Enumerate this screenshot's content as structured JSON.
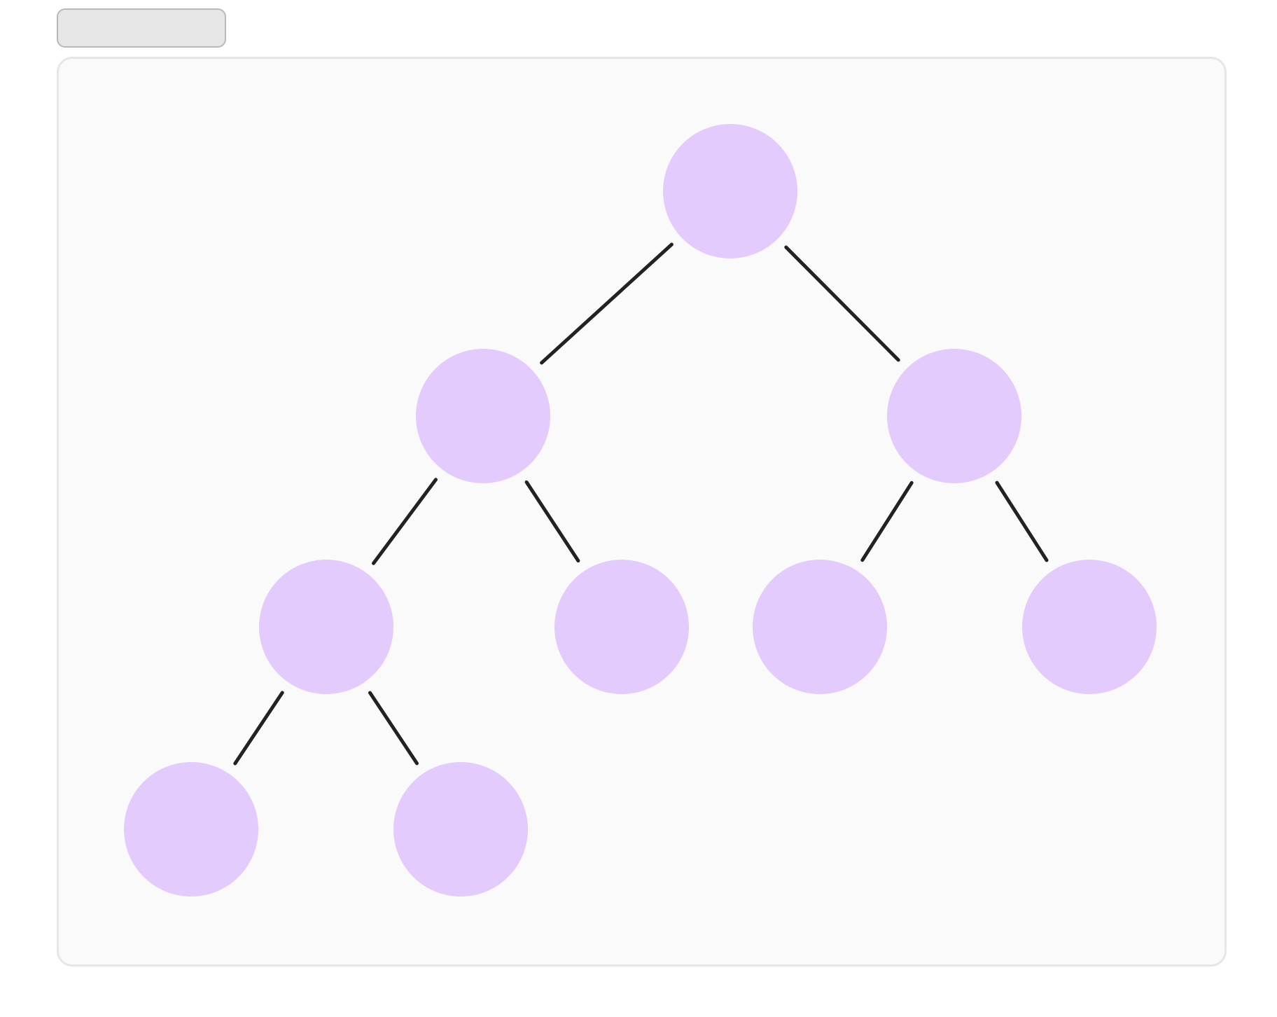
{
  "toolbar": {
    "control_label": ""
  },
  "tree": {
    "node_color": "#e4cbfd",
    "edge_color": "#222222",
    "panel_background": "#fafafa",
    "panel_border": "#e6e6e6",
    "nodes": [
      {
        "id": "n0",
        "label": ""
      },
      {
        "id": "n1",
        "label": ""
      },
      {
        "id": "n2",
        "label": ""
      },
      {
        "id": "n3",
        "label": ""
      },
      {
        "id": "n4",
        "label": ""
      },
      {
        "id": "n5",
        "label": ""
      },
      {
        "id": "n6",
        "label": ""
      },
      {
        "id": "n7",
        "label": ""
      },
      {
        "id": "n8",
        "label": ""
      }
    ],
    "edges": [
      [
        "n0",
        "n1"
      ],
      [
        "n0",
        "n2"
      ],
      [
        "n1",
        "n3"
      ],
      [
        "n1",
        "n4"
      ],
      [
        "n2",
        "n5"
      ],
      [
        "n2",
        "n6"
      ],
      [
        "n3",
        "n7"
      ],
      [
        "n3",
        "n8"
      ]
    ]
  }
}
